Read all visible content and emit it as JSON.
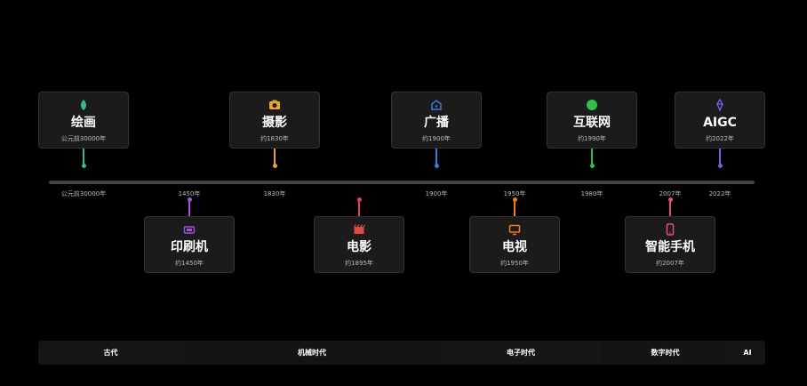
{
  "timeline": {
    "top_cards": [
      {
        "title": "绘画",
        "date": "公元前30000年",
        "color": "#3db88a",
        "icon": "leaf-icon"
      },
      {
        "title": "摄影",
        "date": "约1830年",
        "color": "#e8a43a",
        "icon": "camera-icon"
      },
      {
        "title": "广播",
        "date": "约1900年",
        "color": "#3d7de0",
        "icon": "radio-house-icon"
      },
      {
        "title": "互联网",
        "date": "约1990年",
        "color": "#2ec04a",
        "icon": "globe-dot-icon"
      },
      {
        "title": "AIGC",
        "date": "约2022年",
        "color": "#7a5ce0",
        "icon": "ai-gem-icon"
      }
    ],
    "bottom_cards": [
      {
        "title": "印刷机",
        "date": "约1450年",
        "color": "#a64fe0",
        "icon": "printer-icon"
      },
      {
        "title": "电影",
        "date": "约1895年",
        "color": "#e04848",
        "icon": "film-icon"
      },
      {
        "title": "电视",
        "date": "约1950年",
        "color": "#f07a2a",
        "icon": "tv-icon"
      },
      {
        "title": "智能手机",
        "date": "约2007年",
        "color": "#e64a8a",
        "icon": "smartphone-icon"
      }
    ],
    "tick_labels": [
      "公元前30000年",
      "1450年",
      "1830年",
      "1900年",
      "1950年",
      "1980年",
      "2007年",
      "2022年"
    ]
  },
  "eras": [
    "古代",
    "机械时代",
    "电子时代",
    "数字时代",
    "AI"
  ]
}
